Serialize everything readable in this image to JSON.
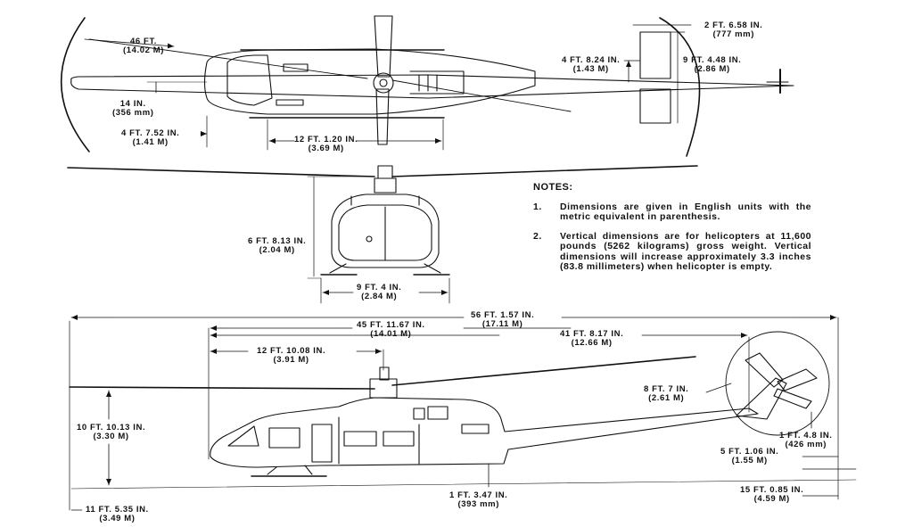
{
  "dimensions": {
    "rotor_diameter": [
      "46 FT.",
      "(14.02 M)"
    ],
    "skid_height": [
      "14 IN.",
      "(356 mm)"
    ],
    "left_offset": [
      "4 FT. 7.52 IN.",
      "(1.41 M)"
    ],
    "skid_length": [
      "12 FT. 1.20 IN.",
      "(3.69 M)"
    ],
    "tail_rotor_dia": [
      "2 FT. 6.58 IN.",
      "(777 mm)"
    ],
    "stabilizer_half": [
      "4 FT. 8.24 IN.",
      "(1.43 M)"
    ],
    "stabilizer_span": [
      "9 FT. 4.48 IN.",
      "(2.86 M)"
    ],
    "front_height": [
      "6 FT. 8.13 IN.",
      "(2.04 M)"
    ],
    "front_width": [
      "9 FT. 4 IN.",
      "(2.84 M)"
    ],
    "overall_length": [
      "56 FT. 1.57 IN.",
      "(17.11 M)"
    ],
    "fuselage_length": [
      "45 FT. 11.67 IN.",
      "(14.01 M)"
    ],
    "tail_length": [
      "41 FT. 8.17 IN.",
      "(12.66 M)"
    ],
    "mast_offset": [
      "12 FT. 10.08 IN.",
      "(3.91 M)"
    ],
    "tail_rotor_diameter": [
      "8 FT. 7 IN.",
      "(2.61 M)"
    ],
    "rotor_height": [
      "10 FT. 10.13 IN.",
      "(3.30 M)"
    ],
    "tail_clearance": [
      "1 FT. 4.8 IN.",
      "(426 mm)"
    ],
    "stinger_height": [
      "5 FT. 1.06 IN.",
      "(1.55 M)"
    ],
    "ground_clearance": [
      "1 FT. 3.47 IN.",
      "(393 mm)"
    ],
    "tail_rotor_height": [
      "15 FT. 0.85 IN.",
      "(4.59 M)"
    ],
    "overall_height": [
      "11 FT. 5.35 IN.",
      "(3.49 M)"
    ]
  },
  "notes": {
    "title": "NOTES:",
    "items": [
      {
        "num": "1.",
        "text": "Dimensions are given in English units with the metric equivalent in parenthesis."
      },
      {
        "num": "2.",
        "text": "Vertical dimensions are for helicopters at 11,600 pounds (5262 kilograms) gross weight. Vertical dimensions will increase approximately 3.3 inches (83.8 millimeters) when helicopter is empty."
      }
    ]
  }
}
